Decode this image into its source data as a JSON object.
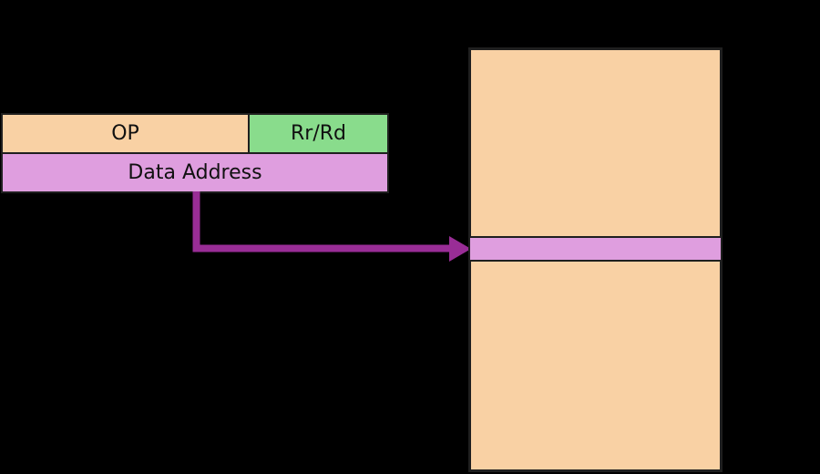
{
  "diagram": {
    "instruction": {
      "op_label": "OP",
      "register_label": "Rr/Rd",
      "address_label": "Data Address"
    },
    "memory": {
      "cell_count_visible": 1
    }
  },
  "colors": {
    "background": "#000000",
    "opcode-fill": "#f9d1a4",
    "register-fill": "#89dc8c",
    "address-fill": "#df9edf",
    "memory-fill": "#f9d1a4",
    "memory-cell-fill": "#df9edf",
    "arrow": "#992d96",
    "border": "#1f1f1f",
    "text": "#111111"
  },
  "icons": {
    "arrow": "address-pointer-arrow"
  }
}
